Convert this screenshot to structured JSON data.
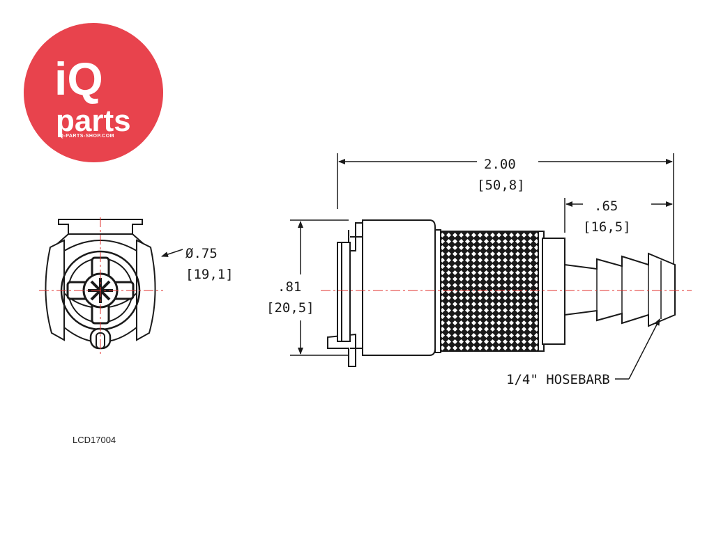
{
  "logo": {
    "brand_main": "iQ",
    "brand_sub": "parts",
    "url": "IQ-PARTS-SHOP.COM",
    "color": "#E8434D"
  },
  "dimensions": {
    "overall_length": {
      "inch": "2.00",
      "mm": "[50,8]"
    },
    "barb_length": {
      "inch": ".65",
      "mm": "[16,5]"
    },
    "height": {
      "inch": ".81",
      "mm": "[20,5]"
    },
    "diameter": {
      "inch": "Ø.75",
      "mm": "[19,1]"
    }
  },
  "callout": {
    "hosebarb": "1/4\" HOSEBARB"
  },
  "part_code": "LCD17004",
  "colors": {
    "line": "#1a1a1a",
    "centerline": "#E0302C"
  }
}
